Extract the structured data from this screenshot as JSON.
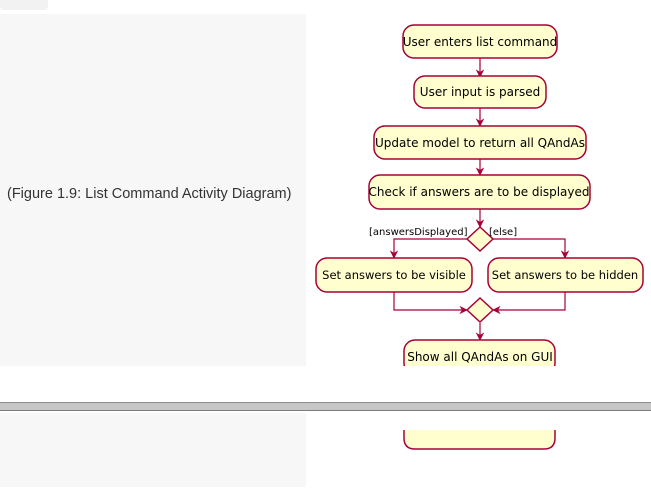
{
  "caption": "(Figure 1.9: List Command Activity Diagram)",
  "diagram": {
    "nodes": {
      "enter_command": "User enters list command",
      "parse_input": "User input is parsed",
      "update_model": "Update model to return all QAndAs",
      "check_display": "Check if answers are to be displayed",
      "set_visible": "Set answers to be visible",
      "set_hidden": "Set answers to be hidden",
      "show_all": "Show all QAndAs on GUI"
    },
    "guards": {
      "answers_displayed": "[answersDisplayed]",
      "else": "[else]"
    },
    "colors": {
      "node_fill": "#FEFECE",
      "node_border": "#A80036",
      "arrow": "#A80036",
      "text": "#000000"
    }
  }
}
